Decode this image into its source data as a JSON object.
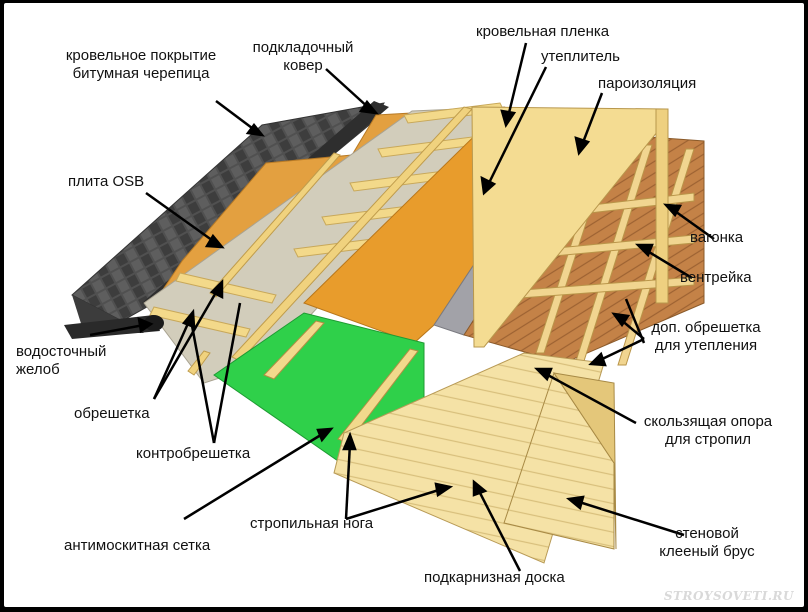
{
  "labels": {
    "roof_covering": [
      "кровельное покрытие",
      "битумная черепица"
    ],
    "underlay": [
      "подкладочный",
      "ковер"
    ],
    "roof_membrane": "кровельная пленка",
    "insulation": "утеплитель",
    "vapor_barrier": "пароизоляция",
    "osb": "плита OSB",
    "lining": "вагонка",
    "ventreyka": "вентрейка",
    "extra_batten": [
      "доп. обрешетка",
      "для утепления"
    ],
    "sliding_support": [
      "скользящая опора",
      "для стропил"
    ],
    "glued_beam": [
      "стеновой",
      "клееный брус"
    ],
    "gutter": [
      "водосточный",
      "желоб"
    ],
    "batten": "обрешетка",
    "counter_batten": "контробрешетка",
    "rafter": "стропильная нога",
    "mosquito_net": "антимоскитная сетка",
    "eave_board": "подкарнизная доска"
  },
  "watermark": "STROYSOVETI.RU",
  "colors": {
    "shingle": "#4a4a4a",
    "osb": "#e8a23c",
    "membrane": "#cfcab8",
    "insulation": "#e59a2e",
    "vapor": "#9a9aa0",
    "timber": "#f2dc96",
    "lining": "#c98a4c",
    "net": "#2ecf40"
  }
}
